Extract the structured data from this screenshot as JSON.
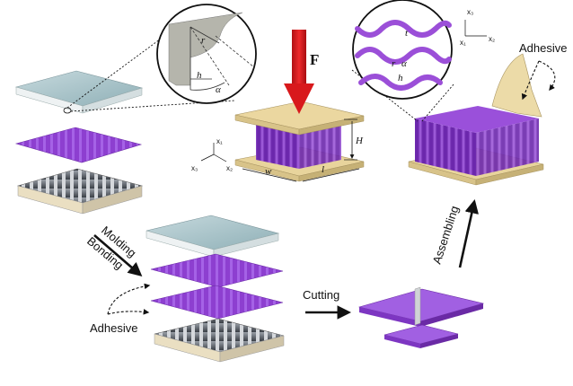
{
  "process_labels": {
    "molding": "Molding",
    "bonding": "Bonding",
    "adhesive_left": "Adhesive",
    "cutting": "Cutting",
    "assembling": "Assembling",
    "adhesive_right": "Adhesive"
  },
  "symbols": {
    "force": "F",
    "height": "H",
    "width": "w",
    "length": "l",
    "radius_left": "r",
    "h_left": "h",
    "alpha_left": "α",
    "radius_right": "r",
    "alpha_right": "α",
    "h_right": "h",
    "t_right": "t"
  },
  "axes_center": {
    "x1": "x₁",
    "x2": "x₂",
    "x3": "x₃"
  },
  "axes_right": {
    "x1": "x₁",
    "x2": "x₂",
    "x3": "x₃"
  },
  "colors": {
    "purple": "#8e3fcf",
    "purple_dark": "#5e1f9a",
    "face_sheet": "#e6cf93",
    "mold_top": "#a9c4c9",
    "arrow_red": "#d8191c"
  }
}
